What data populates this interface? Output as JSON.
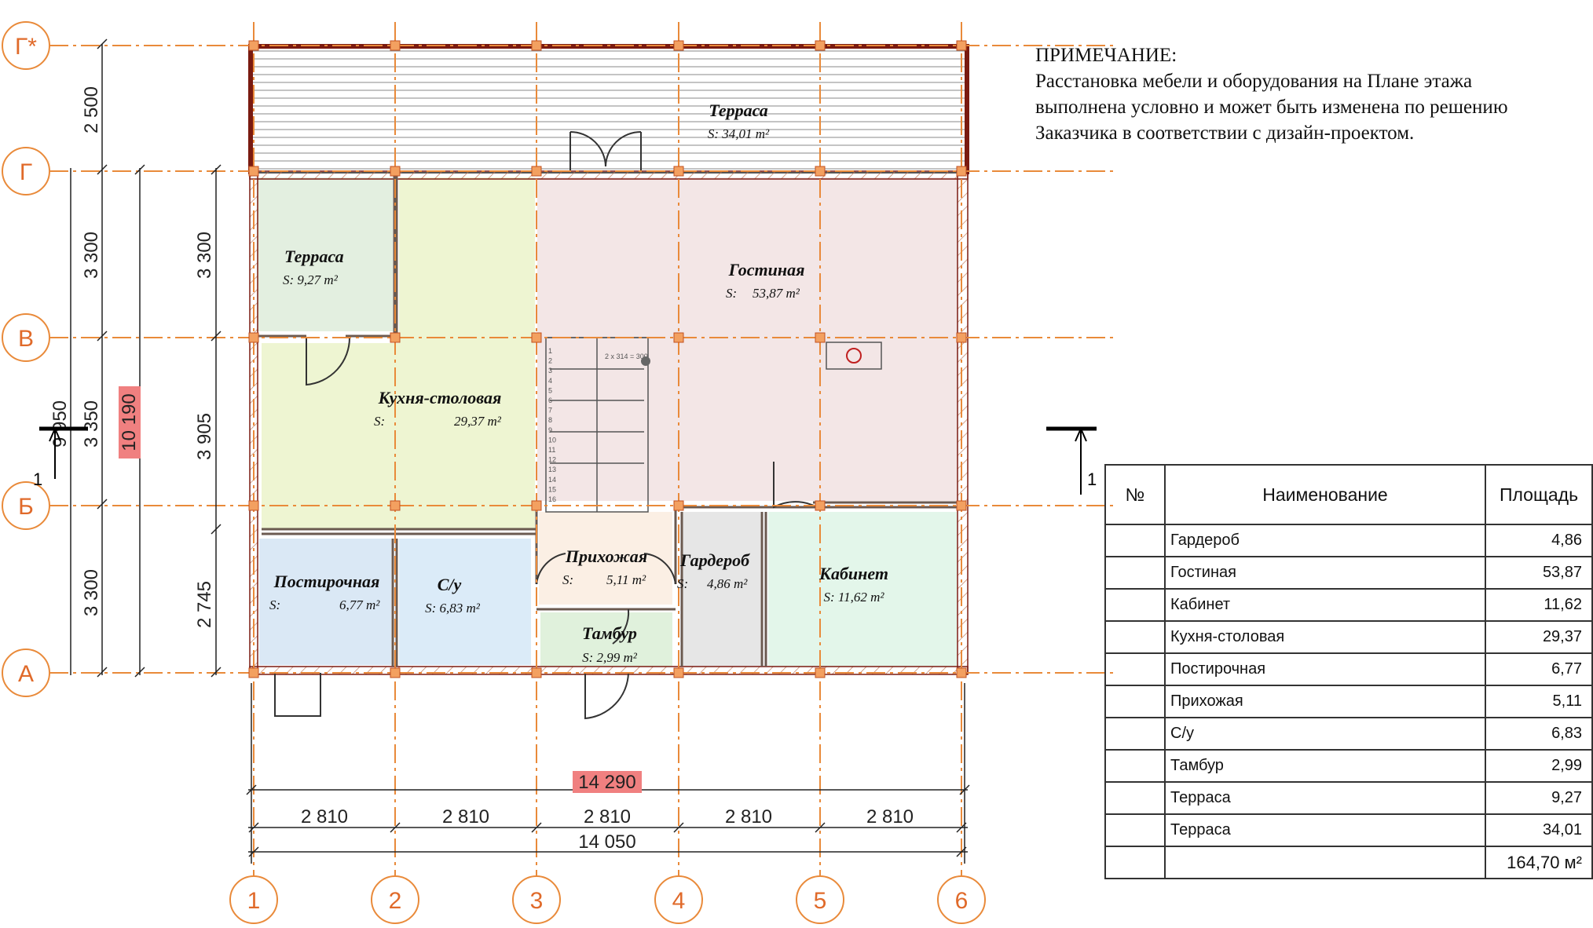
{
  "axes": {
    "rows": [
      "Г*",
      "Г",
      "В",
      "Б",
      "А"
    ],
    "cols": [
      "1",
      "2",
      "3",
      "4",
      "5",
      "6"
    ]
  },
  "dimensions": {
    "left_outer": [
      "2 500",
      "3 300",
      "3 350",
      "3 300"
    ],
    "left_inner": [
      "3 300",
      "3 905",
      "2 745"
    ],
    "left_overall": "9 950",
    "left_overall_red": "10 190",
    "bottom_spans": [
      "2 810",
      "2 810",
      "2 810",
      "2 810",
      "2 810"
    ],
    "bottom_total": "14 050",
    "bottom_overall_red": "14 290"
  },
  "rooms": {
    "terrace_top": {
      "name": "Терраса",
      "area": "S: 34,01 m²"
    },
    "terrace_small": {
      "name": "Терраса",
      "area": "S: 9,27 m²"
    },
    "living": {
      "name": "Гостиная",
      "area_label": "S:",
      "area": "53,87 m²"
    },
    "kitchen": {
      "name": "Кухня-столовая",
      "area_label": "S:",
      "area": "29,37 m²"
    },
    "laundry": {
      "name": "Постирочная",
      "area_label": "S:",
      "area": "6,77 m²"
    },
    "wc": {
      "name": "С/у",
      "area": "S: 6,83 m²"
    },
    "hall": {
      "name": "Прихожая",
      "area_label": "S:",
      "area": "5,11 m²"
    },
    "wardrobe": {
      "name": "Гардероб",
      "area_label": "S:",
      "area": "4,86 m²"
    },
    "cabinet": {
      "name": "Кабинет",
      "area": "S: 11,62 m²"
    },
    "vestibule": {
      "name": "Тамбур",
      "area": "S: 2,99 m²"
    }
  },
  "section_mark": "1",
  "stair_steps": [
    "1",
    "2",
    "3",
    "4",
    "5",
    "6",
    "7",
    "8",
    "9",
    "10",
    "11",
    "12",
    "13",
    "14",
    "15",
    "16"
  ],
  "stair_note": "2 x 314 = 300",
  "note": {
    "title": "ПРИМЕЧАНИЕ:",
    "text": "Расстановка мебели и оборудования на Плане этажа выполнена условно и может быть изменена по решению Заказчика в соответствии с дизайн-проектом."
  },
  "table": {
    "headers": [
      "№",
      "Наименование",
      "Площадь"
    ],
    "rows": [
      {
        "no": "",
        "name": "Гардероб",
        "area": "4,86"
      },
      {
        "no": "",
        "name": "Гостиная",
        "area": "53,87"
      },
      {
        "no": "",
        "name": "Кабинет",
        "area": "11,62"
      },
      {
        "no": "",
        "name": "Кухня-столовая",
        "area": "29,37"
      },
      {
        "no": "",
        "name": "Постирочная",
        "area": "6,77"
      },
      {
        "no": "",
        "name": "Прихожая",
        "area": "5,11"
      },
      {
        "no": "",
        "name": "С/у",
        "area": "6,83"
      },
      {
        "no": "",
        "name": "Тамбур",
        "area": "2,99"
      },
      {
        "no": "",
        "name": "Терраса",
        "area": "9,27"
      },
      {
        "no": "",
        "name": "Терраса",
        "area": "34,01"
      }
    ],
    "total": "164,70 м²"
  },
  "colors": {
    "axis": "#e98a3a",
    "wall": "#7a1a10",
    "dim_red": "#f08080",
    "terrace_small": "#e3efe0",
    "kitchen": "#eef5d2",
    "living": "#f3e6e6",
    "laundry": "#dae8f5",
    "wc": "#dbebf8",
    "hall": "#fbefe4",
    "wardrobe": "#e6e6e6",
    "cabinet": "#e3f6ea",
    "vestibule": "#e0f1dc"
  }
}
